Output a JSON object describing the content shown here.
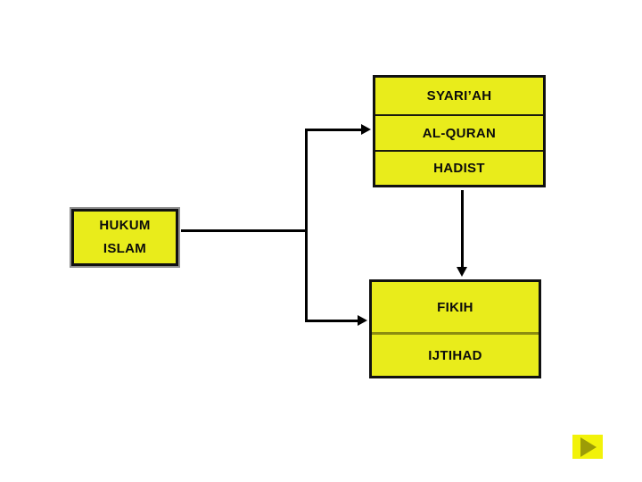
{
  "diagram": {
    "title": "HUKUM ISLAM",
    "background_color": "#ffffff",
    "node_fill_color": "#e9ec1b",
    "node_border_color": "#111111",
    "connector_color": "#000000",
    "root": {
      "name": "hukum-islam",
      "lines": [
        "HUKUM",
        "ISLAM"
      ]
    },
    "branch_sources": {
      "name": "sumber-hukum",
      "rows": [
        "SYARI’AH",
        "AL-QURAN",
        "HADIST"
      ]
    },
    "branch_method": {
      "name": "fikih-ijtihad",
      "rows": [
        "FIKIH",
        "IJTIHAD"
      ]
    }
  },
  "controls": {
    "play": {
      "label": "▶",
      "icon": "play-triangle-icon",
      "fill_color": "#f2f20a",
      "glyph_color": "#9c9c07"
    }
  }
}
